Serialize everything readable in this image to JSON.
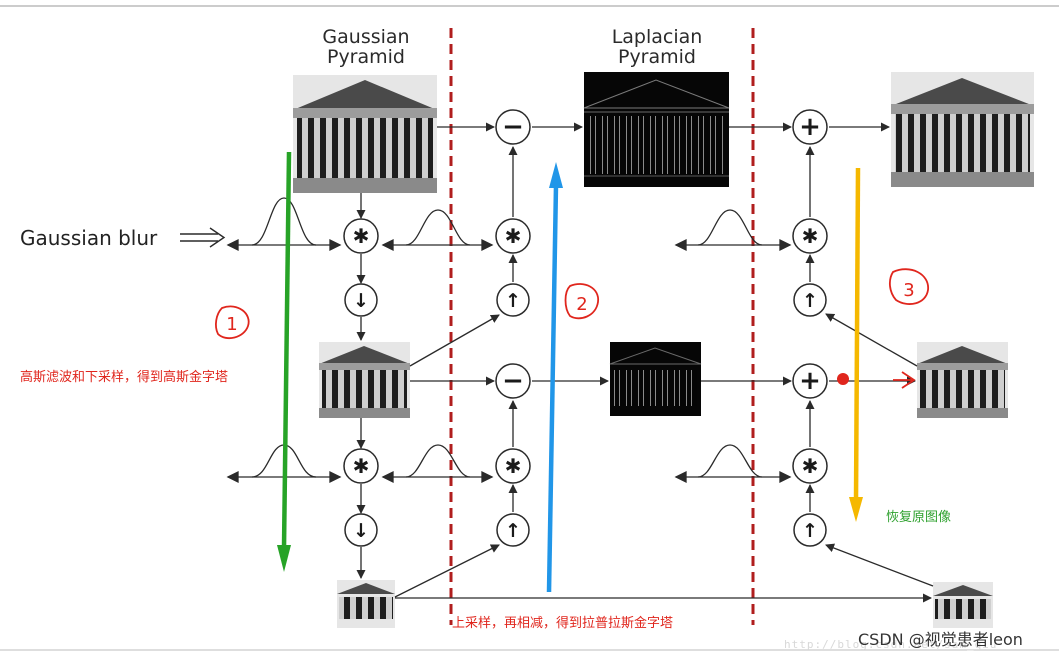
{
  "headers": {
    "gaussian_line1": "Gaussian",
    "gaussian_line2": "Pyramid",
    "laplacian_line1": "Laplacian",
    "laplacian_line2": "Pyramid"
  },
  "labels": {
    "gaussian_blur": "Gaussian blur",
    "step1_note": "高斯滤波和下采样，得到高斯金字塔",
    "step2_note": "上采样，再相减，得到拉普拉斯金字塔",
    "step3_note": "恢复原图像",
    "watermark": "CSDN @视觉患者leon",
    "faint_url": "http://blog.csdn.net/sam_qiu"
  },
  "operators": {
    "minus": "−",
    "plus": "+",
    "conv": "✱",
    "down": "↓",
    "up": "↑"
  },
  "handwritten": {
    "step1": "1",
    "step2": "2",
    "step3": "3"
  },
  "colors": {
    "divider": "#b01e1e",
    "arrow_green": "#27a327",
    "arrow_blue": "#2196e8",
    "arrow_orange": "#f5b800",
    "annotation_red": "#e0261d",
    "line": "#2a2a2a"
  }
}
